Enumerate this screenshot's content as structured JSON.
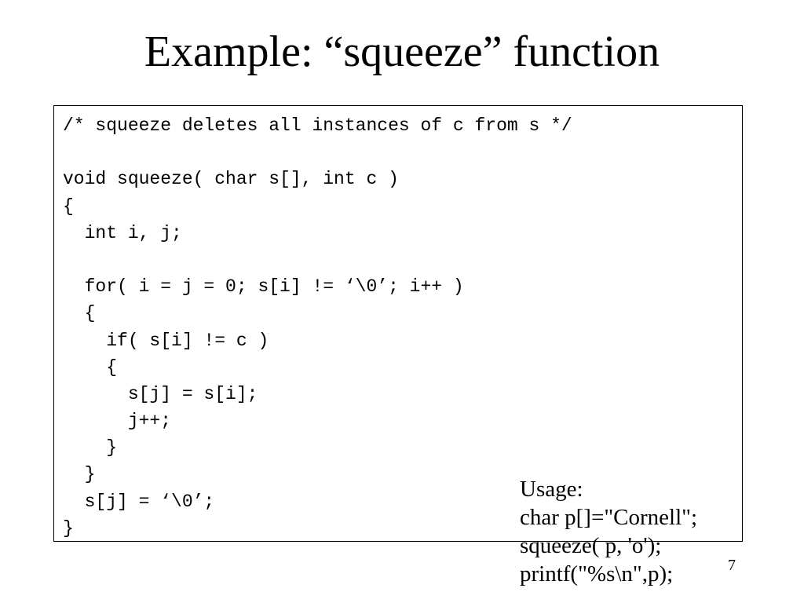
{
  "slide": {
    "title": "Example: “squeeze” function",
    "page_number": "7"
  },
  "code": {
    "lines": [
      "/* squeeze deletes all instances of c from s */",
      "",
      "void squeeze( char s[], int c )",
      "{",
      "  int i, j;",
      "",
      "  for( i = j = 0; s[i] != ‘\\0’; i++ )",
      "  {",
      "    if( s[i] != c )",
      "    {",
      "      s[j] = s[i];",
      "      j++;",
      "    }",
      "  }",
      "  s[j] = ‘\\0’;",
      "}"
    ]
  },
  "usage": {
    "lines": [
      "Usage:",
      "char p[]=\"Cornell\";",
      "squeeze( p, 'o');",
      "printf(\"%s\\n\",p);"
    ]
  }
}
